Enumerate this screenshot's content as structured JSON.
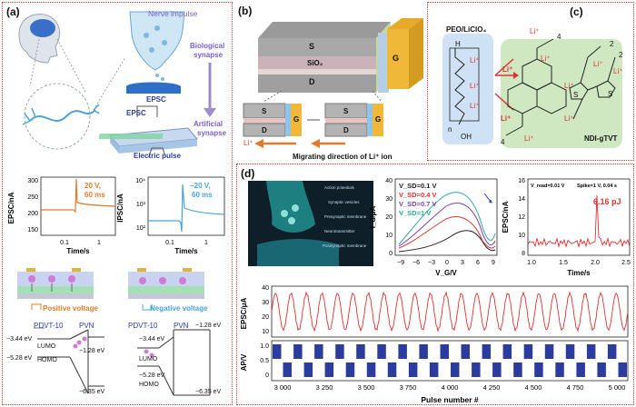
{
  "panels": {
    "a": "(a)",
    "b": "(b)",
    "c": "(c)",
    "d": "(d)"
  },
  "a": {
    "nerve_impulse": "Nerve impulse",
    "biological_synapse": [
      "Biological",
      "synapse"
    ],
    "epsc1": "EPSC",
    "epsc2": "EPSC",
    "artificial_synapse": [
      "Artificial",
      "synapse"
    ],
    "electric_pulse": "Electric pulse",
    "plot1": {
      "ylabel": "EPSC/nA",
      "xlabel": "Time/s",
      "yticks": [
        "300",
        "250",
        "200",
        "150"
      ],
      "xticks": [
        "0.1",
        "1"
      ],
      "note": [
        "20 V,",
        "60 ms"
      ]
    },
    "plot2": {
      "ylabel": "IPSC/nA",
      "xlabel": "Time/s",
      "yticks": [
        "10⁴",
        "10³",
        "10²"
      ],
      "xticks": [
        "0.1",
        "1"
      ],
      "note": [
        "−20 V,",
        "60 ms"
      ]
    },
    "positive_voltage": "Positive voltage",
    "negative_voltage": "Negative voltage",
    "band_left": {
      "pdvt": "PDVT-10",
      "pvn": "PVN",
      "e1": "−3.44 eV",
      "e2": "−5.28 eV",
      "e3": "−1.28 eV",
      "e4": "−6.35 eV",
      "lumo": "LUMO",
      "homo": "HOMO"
    },
    "band_right": {
      "pdvt": "PDVT-10",
      "pvn": "PVN",
      "e1": "−1.28 eV",
      "e2": "−3.44 eV",
      "e3": "−5.28 eV",
      "e4": "−6.35 eV",
      "lumo": "LUMO",
      "homo": "HOMO"
    }
  },
  "b": {
    "s": "S",
    "sio2": "SiO₂",
    "d": "D",
    "g": "G",
    "li": "Li⁺",
    "caption": "Migrating direction of Li⁺ ion"
  },
  "c": {
    "peo": "PEO/LiClO₄",
    "ndi": "NDI-gTVT",
    "li": "Li⁺",
    "n": "n",
    "oh": "OH",
    "h": "H",
    "o": "O",
    "s": "S",
    "n4": "4",
    "n2": "2"
  },
  "d": {
    "inset_labels": [
      "Action potentials",
      "Synaptic vesicles",
      "Presynaptic membrane",
      "Neurotransmitter",
      "Postsynaptic membrane"
    ],
    "iv": {
      "ylabel": "I_d/μA",
      "xlabel": "V_G/V",
      "xticks": [
        "−9",
        "−6",
        "−3",
        "0",
        "3",
        "6",
        "9"
      ],
      "yticks": [
        "40",
        "30",
        "20",
        "10",
        "0"
      ],
      "legend": [
        "V_SD=0.1 V",
        "V_SD=0.4 V",
        "V_SD=0.7 V",
        "V_SD=1 V"
      ],
      "legend_colors": [
        "#222222",
        "#e03030",
        "#7a3fb0",
        "#2aa89a"
      ]
    },
    "spike": {
      "ylabel": "EPSC/nA",
      "xlabel": "Time/s",
      "header_left": "V_read=0.01 V",
      "header_right": "Spike=1 V, 0.04 s",
      "energy": "6.16 pJ",
      "yticks": [
        "16",
        "14",
        "12",
        "10",
        "8"
      ],
      "xticks": [
        "1.0",
        "1.5",
        "2.0",
        "2.5"
      ]
    },
    "train": {
      "ylabel_top": "EPSC/μA",
      "ylabel_bottom": "AP/V",
      "xlabel": "Pulse number #",
      "xticks": [
        "3 000",
        "3 250",
        "3 500",
        "3 750",
        "4 000",
        "4 250",
        "4 500",
        "4 750",
        "5 000"
      ],
      "yticks_top": [
        "40",
        "30",
        "20",
        "10"
      ],
      "yticks_bottom": [
        "1.0",
        "0.5",
        "0"
      ]
    }
  },
  "colors": {
    "border": "#c0392b",
    "orange": "#e07b2e",
    "blue": "#4aa3d8",
    "red": "#e03030",
    "navy": "#2b3c9e",
    "green": "#cfe8c2",
    "lightblue": "#cfe2f5"
  }
}
